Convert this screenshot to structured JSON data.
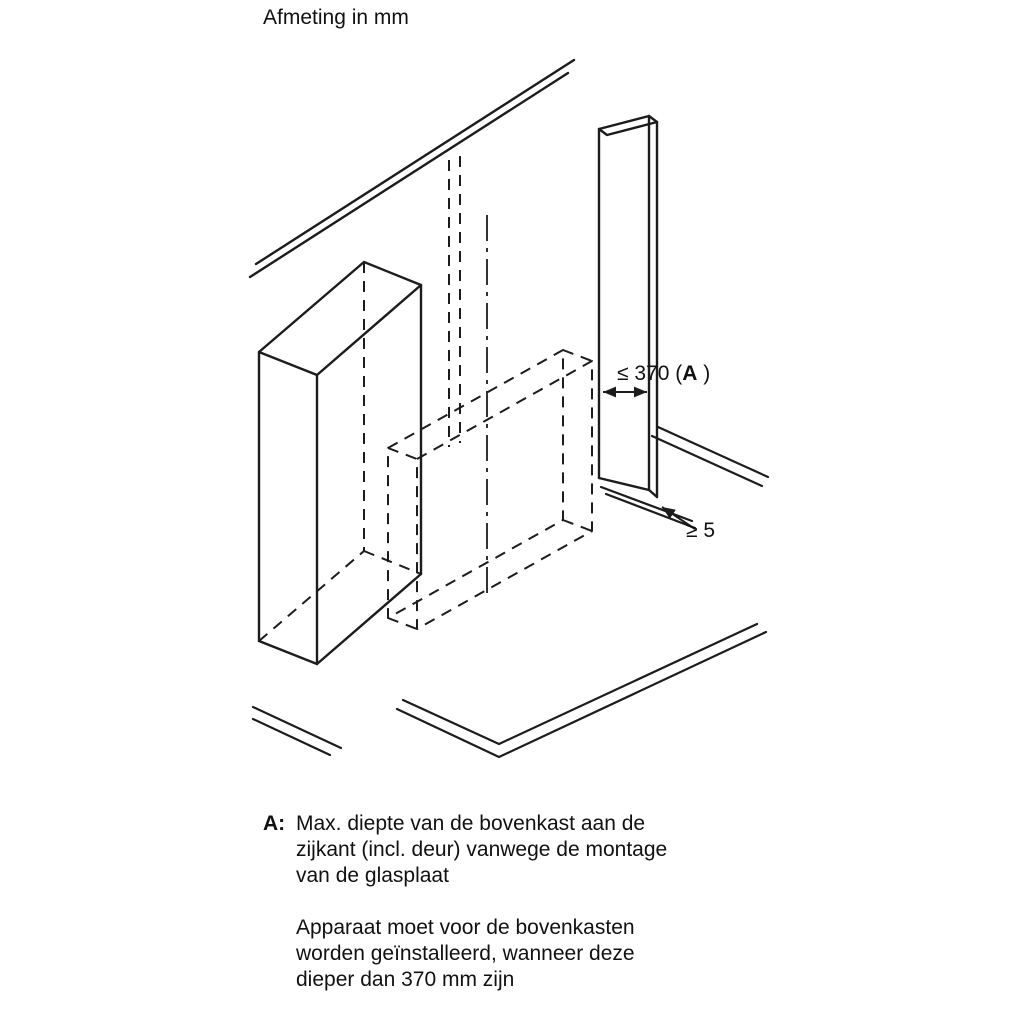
{
  "colors": {
    "background": "#ffffff",
    "line": "#1c1c1c",
    "text": "#111111"
  },
  "title": "Afmeting in mm",
  "dimensions": {
    "depth_prefix": "≤ 370 (",
    "depth_bold": "A",
    "depth_suffix": " )",
    "gap": "≥ 5"
  },
  "notes": {
    "label": "A:",
    "paragraph1": [
      "Max. diepte van de bovenkast aan de",
      "zijkant (incl. deur) vanwege de montage",
      "van de glasplaat"
    ],
    "paragraph2": [
      "Apparaat moet voor de bovenkasten",
      "worden geïnstalleerd, wanneer deze",
      "dieper dan 370 mm zijn"
    ]
  }
}
